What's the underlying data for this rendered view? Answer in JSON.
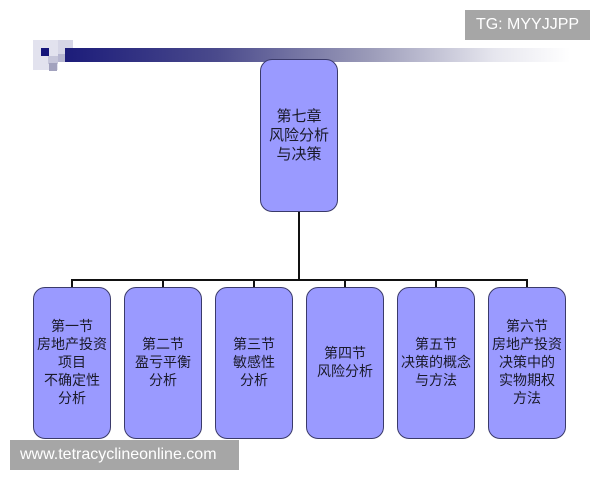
{
  "header": {
    "decoration": "slide-title-bar-gradient",
    "colors": {
      "bar_start": "#1c1c7a",
      "bar_end": "#ffffff"
    }
  },
  "watermark_top": {
    "text": "TG: MYYJJPP"
  },
  "watermark_bottom": {
    "text": "www.tetracyclineonline.com"
  },
  "diagram": {
    "type": "org-chart",
    "node_color": "#9a9aff",
    "border_color": "#3a3a6a",
    "root": {
      "label": "第七章\n风险分析\n与决策"
    },
    "children": [
      {
        "label": "第一节\n房地产投资\n项目\n不确定性\n分析"
      },
      {
        "label": "第二节\n盈亏平衡\n分析"
      },
      {
        "label": "第三节\n敏感性\n分析"
      },
      {
        "label": "第四节\n风险分析"
      },
      {
        "label": "第五节\n决策的概念\n与方法"
      },
      {
        "label": "第六节\n房地产投资\n决策中的\n实物期权\n方法"
      }
    ]
  }
}
